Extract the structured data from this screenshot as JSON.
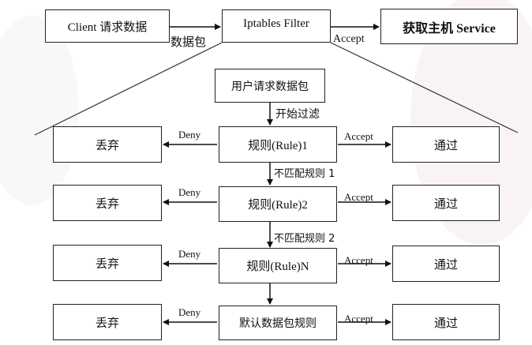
{
  "top": {
    "client": "Client 请求数据",
    "packet_label": "数据包",
    "filter": "Iptables Filter",
    "accept_label": "Accept",
    "service": "获取主机 Service"
  },
  "flow": {
    "start_box": "用户请求数据包",
    "start_label": "开始过滤",
    "rules": [
      {
        "name": "规则(Rule)1",
        "deny": "Deny",
        "accept": "Accept",
        "drop": "丢弃",
        "pass": "通过",
        "next": "不匹配规则 1"
      },
      {
        "name": "规则(Rule)2",
        "deny": "Deny",
        "accept": "Accept",
        "drop": "丢弃",
        "pass": "通过",
        "next": "不匹配规则 2"
      },
      {
        "name": "规则(Rule)N",
        "deny": "Deny",
        "accept": "Accept",
        "drop": "丢弃",
        "pass": "通过"
      },
      {
        "name": "默认数据包规则",
        "deny": "Deny",
        "accept": "Accept",
        "drop": "丢弃",
        "pass": "通过"
      }
    ]
  }
}
